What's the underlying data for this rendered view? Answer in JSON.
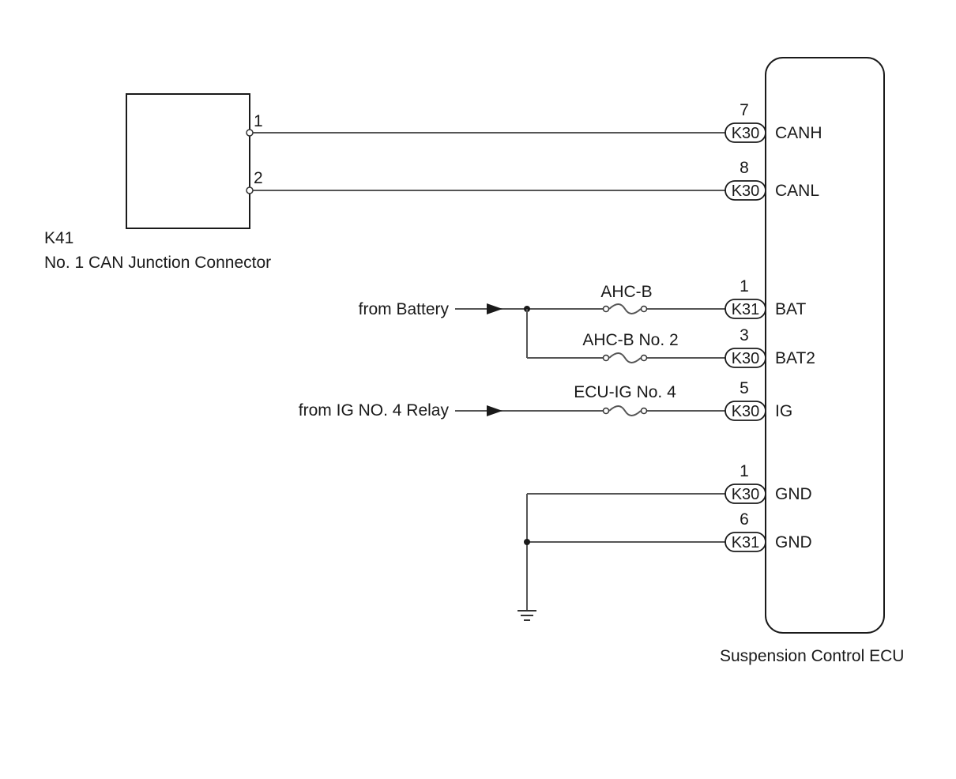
{
  "junction": {
    "code": "K41",
    "name": "No. 1 CAN Junction Connector",
    "pins": [
      "1",
      "2"
    ]
  },
  "ecu": {
    "name": "Suspension Control ECU"
  },
  "ecu_pins": [
    {
      "connector": "K30",
      "pin": "7",
      "signal": "CANH"
    },
    {
      "connector": "K30",
      "pin": "8",
      "signal": "CANL"
    },
    {
      "connector": "K31",
      "pin": "1",
      "signal": "BAT"
    },
    {
      "connector": "K30",
      "pin": "3",
      "signal": "BAT2"
    },
    {
      "connector": "K30",
      "pin": "5",
      "signal": "IG"
    },
    {
      "connector": "K30",
      "pin": "1",
      "signal": "GND"
    },
    {
      "connector": "K31",
      "pin": "6",
      "signal": "GND"
    }
  ],
  "fuses": [
    "AHC-B",
    "AHC-B No. 2",
    "ECU-IG No. 4"
  ],
  "sources": [
    "from Battery",
    "from IG NO. 4 Relay"
  ]
}
